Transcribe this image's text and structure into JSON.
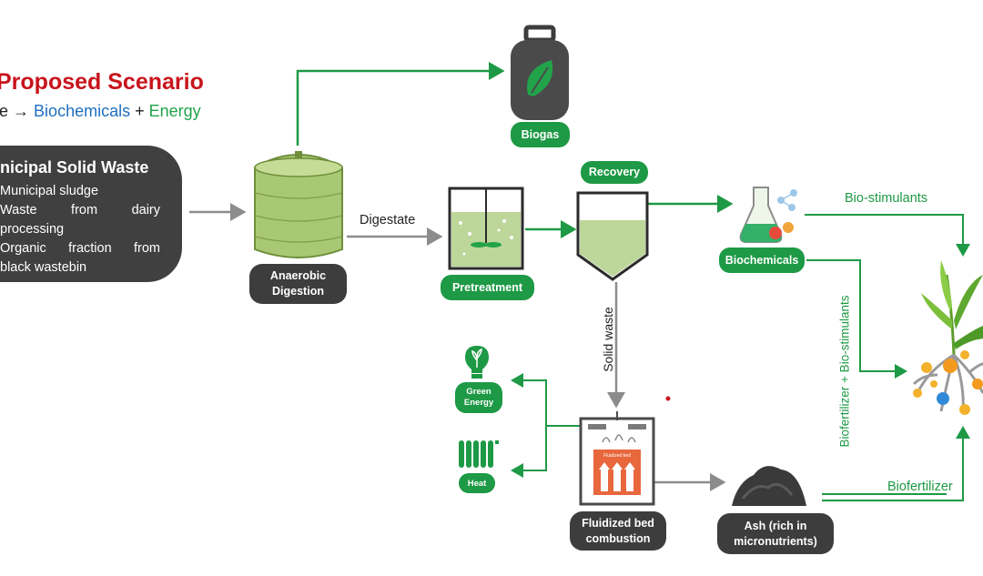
{
  "header": {
    "title": "Proposed Scenario",
    "subtitle_prefix": "te",
    "subtitle_arrow": "→",
    "subtitle_biochemicals": "Biochemicals",
    "subtitle_plus": "+",
    "subtitle_energy": "Energy"
  },
  "source": {
    "title": "nicipal Solid Waste",
    "items": [
      "Municipal sludge",
      "Waste from dairy",
      "processing",
      "Organic fraction from",
      "black wastebin"
    ]
  },
  "nodes": {
    "anaerobic": "Anaerobic Digestion",
    "biogas": "Biogas",
    "pretreatment": "Pretreatment",
    "recovery": "Recovery",
    "biochemicals": "Biochemicals",
    "green_energy": "Green Energy",
    "heat": "Heat",
    "fluidized": "Fluidized bed combustion",
    "ash": "Ash (rich in micronutrients)",
    "fluidized_inner": "Fluidized bed"
  },
  "edges": {
    "digestate": "Digestate",
    "solid_waste": "Solid waste",
    "bio_stimulants": "Bio-stimulants",
    "biofertilizer_bio": "Biofertilizer + Bio-stimulants",
    "biofertilizer": "Biofertilizer"
  },
  "colors": {
    "title_red": "#c8141c",
    "biochem_blue": "#1f6fbf",
    "energy_green": "#22a34a",
    "flow_green": "#1e9945",
    "flow_gray": "#8c8c8c",
    "dark_pill": "#3d3d3d"
  }
}
